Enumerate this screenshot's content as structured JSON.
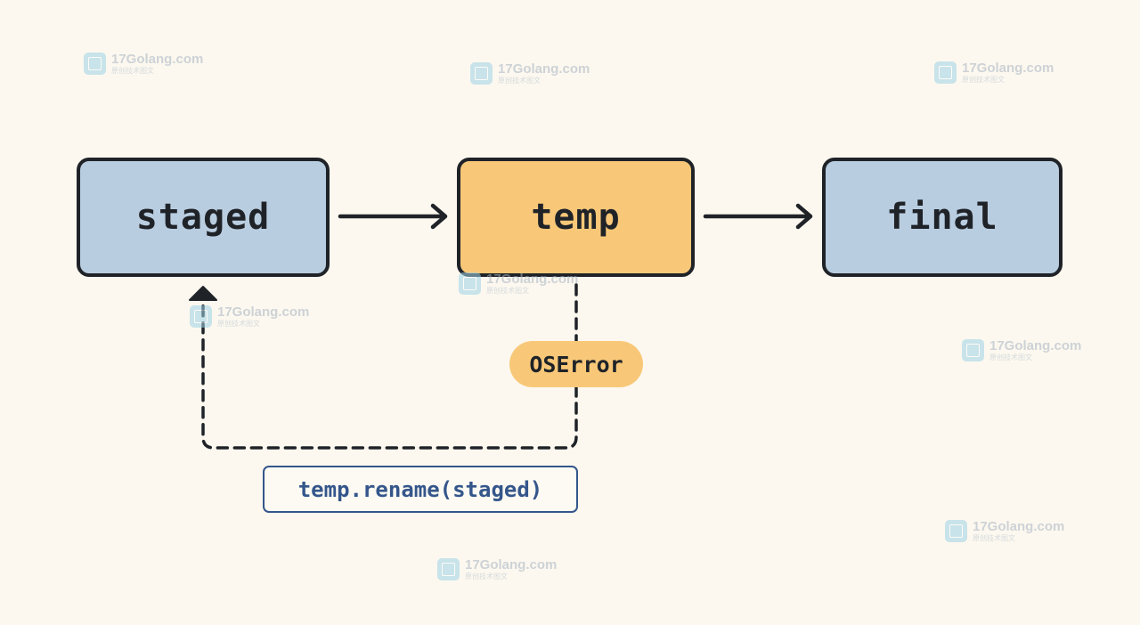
{
  "nodes": {
    "staged": "staged",
    "temp": "temp",
    "final": "final"
  },
  "error_label": "OSError",
  "recovery_label": "temp.rename(staged)",
  "watermark": {
    "name": "17Golang.com",
    "subtitle": "原创技术图文"
  },
  "colors": {
    "background": "#fcf8ef",
    "node_blue": "#b9cde0",
    "node_orange": "#f8c878",
    "outline": "#1f2328",
    "code_blue": "#34568b"
  }
}
